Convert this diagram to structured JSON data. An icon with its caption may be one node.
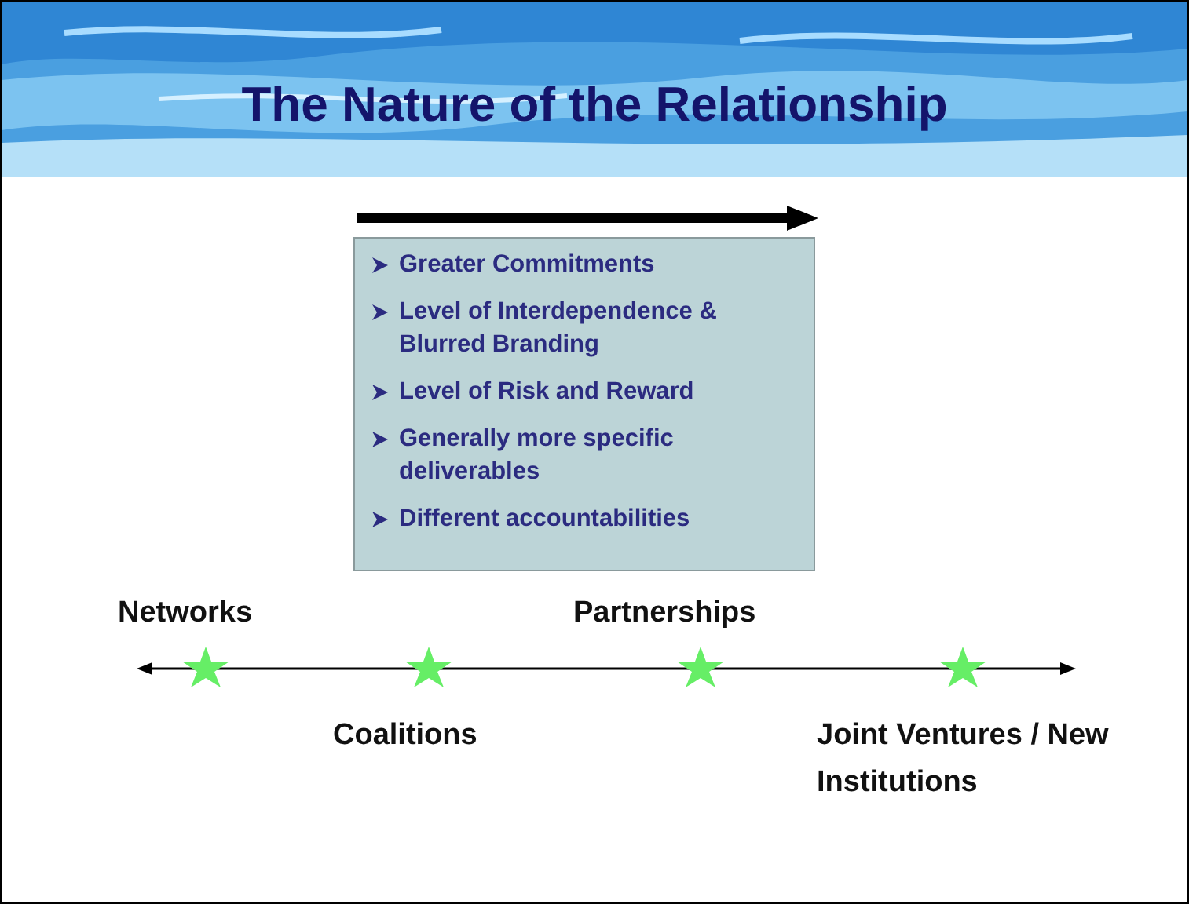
{
  "diagram": {
    "title": "The Nature of the Relationship",
    "nodes": [
      {
        "text": [
          "Greater Commitments",
          "Level of Interdependence & Blurred Branding",
          "Level of Risk and Reward",
          "Generally more specific deliverables",
          "Different accountabilities"
        ]
      },
      {
        "text": [],
        "shape": "star",
        "beside": [
          "Networks"
        ]
      },
      {
        "text": [],
        "shape": "star",
        "beside": [
          "Coalitions"
        ]
      },
      {
        "text": [],
        "shape": "star",
        "beside": [
          "Partnerships"
        ]
      },
      {
        "text": [],
        "shape": "star",
        "beside": [
          "Joint Ventures / New Institutions"
        ]
      }
    ]
  }
}
